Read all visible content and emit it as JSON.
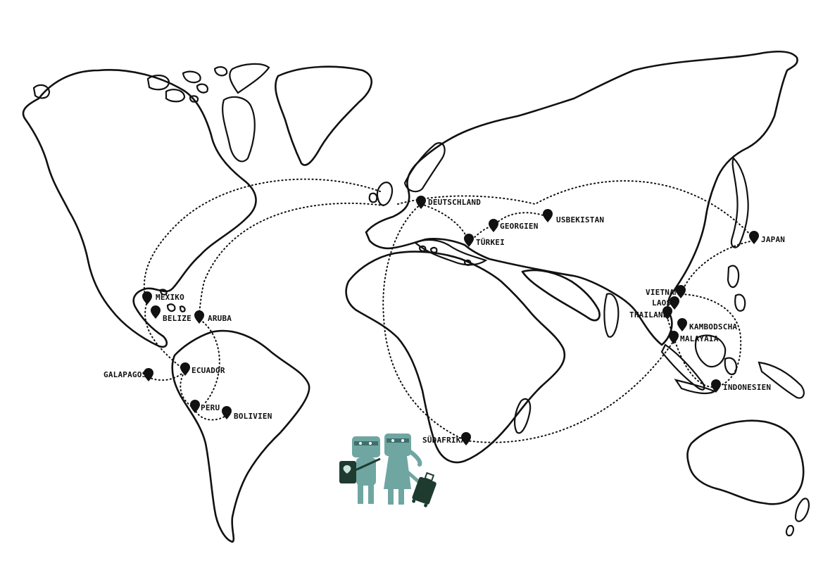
{
  "map": {
    "colors": {
      "line": "#111111",
      "background": "#ffffff",
      "mascot": "#6fa6a2",
      "bag": "#1f3b30"
    },
    "icons": [
      "location-pin-icon",
      "traveler-mascot-icon",
      "suitcase-icon",
      "backpack-icon"
    ],
    "places": [
      {
        "id": "mexiko",
        "label": "MEXIKO"
      },
      {
        "id": "belize",
        "label": "BELIZE"
      },
      {
        "id": "aruba",
        "label": "ARUBA"
      },
      {
        "id": "galapagos",
        "label": "GALAPAGOS"
      },
      {
        "id": "ecuador",
        "label": "ECUADOR"
      },
      {
        "id": "peru",
        "label": "PERU"
      },
      {
        "id": "bolivien",
        "label": "BOLIVIEN"
      },
      {
        "id": "deutschland",
        "label": "DEUTSCHLAND"
      },
      {
        "id": "georgien",
        "label": "GEORGIEN"
      },
      {
        "id": "usbekistan",
        "label": "USBEKISTAN"
      },
      {
        "id": "tuerkei",
        "label": "TÜRKEI"
      },
      {
        "id": "suedafrika",
        "label": "SÜDAFRIKA"
      },
      {
        "id": "japan",
        "label": "JAPAN"
      },
      {
        "id": "vietnam",
        "label": "VIETNAM"
      },
      {
        "id": "laos",
        "label": "LAOS"
      },
      {
        "id": "thailand",
        "label": "THAILAND"
      },
      {
        "id": "kambodscha",
        "label": "KAMBODSCHA"
      },
      {
        "id": "malayaia",
        "label": "MALAYAIA"
      },
      {
        "id": "indonesien",
        "label": "INDONESIEN"
      }
    ]
  }
}
